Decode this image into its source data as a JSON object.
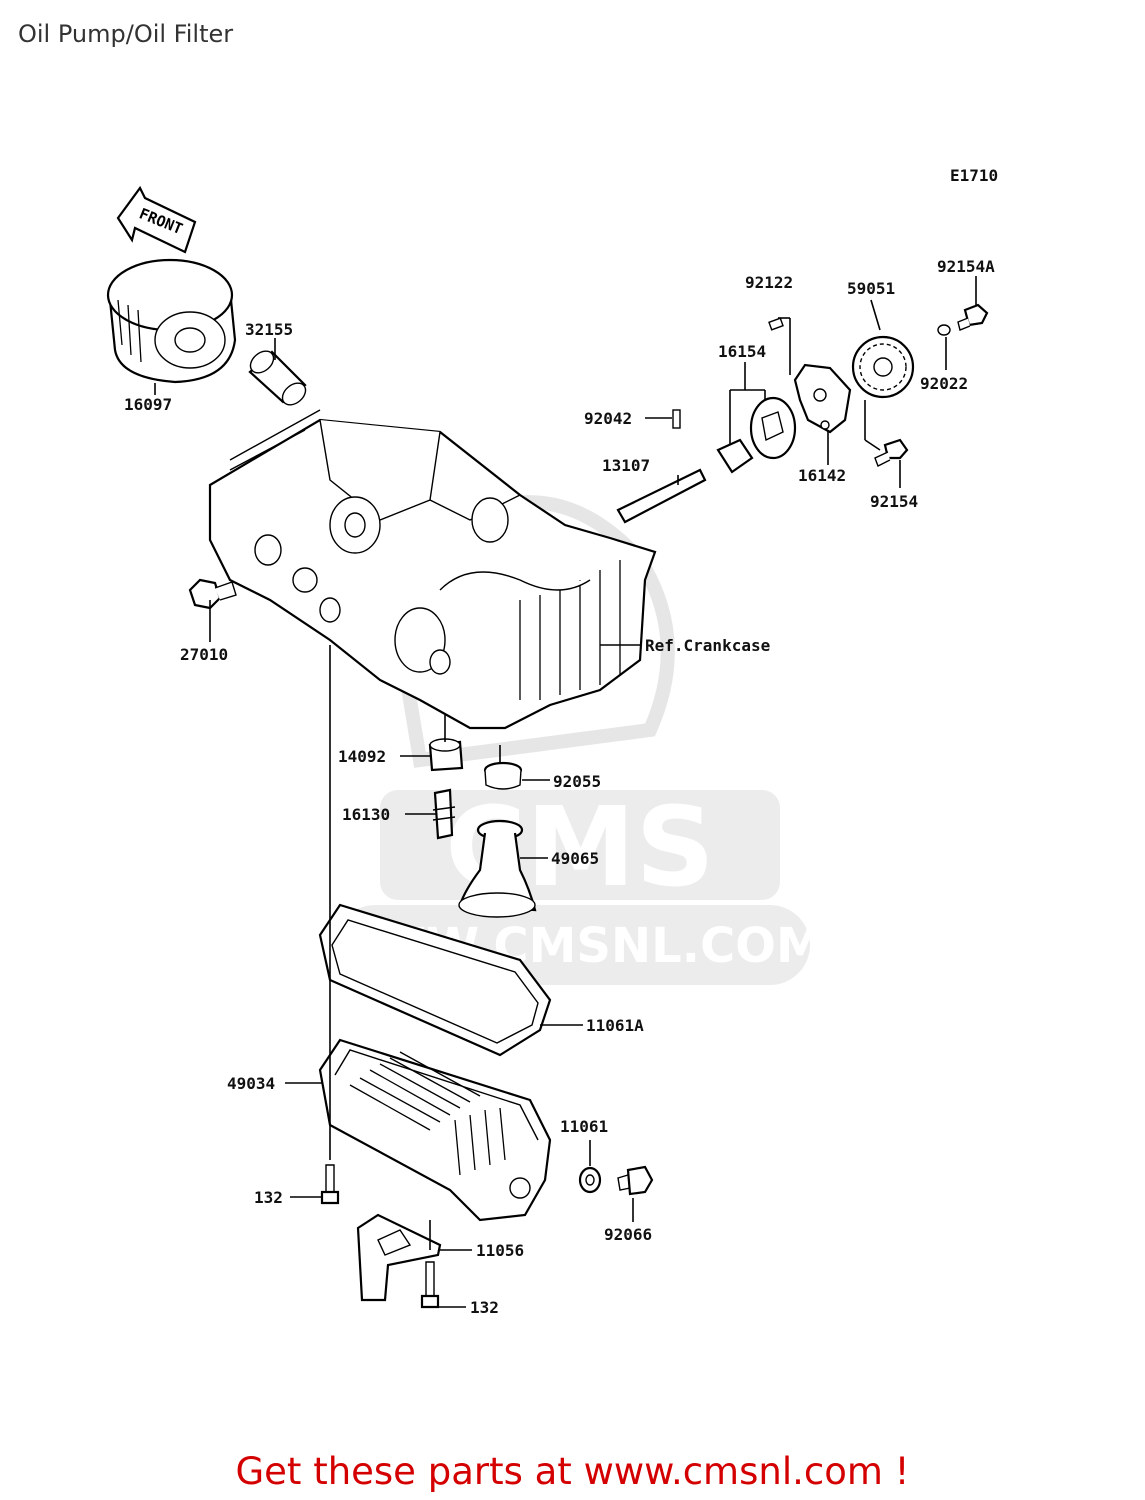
{
  "title": "Oil Pump/Oil Filter",
  "diagram_code": "E1710",
  "front_label": "FRONT",
  "ref_label": "Ref.Crankcase",
  "watermark": {
    "brand": "CMS",
    "url": "WWW.CMSNL.COM"
  },
  "footer": "Get these parts at www.cmsnl.com !",
  "parts": [
    {
      "number": "16097"
    },
    {
      "number": "32155"
    },
    {
      "number": "27010"
    },
    {
      "number": "92122"
    },
    {
      "number": "59051"
    },
    {
      "number": "92154A"
    },
    {
      "number": "16154"
    },
    {
      "number": "92022"
    },
    {
      "number": "92042"
    },
    {
      "number": "16142"
    },
    {
      "number": "13107"
    },
    {
      "number": "92154"
    },
    {
      "number": "14092"
    },
    {
      "number": "92055"
    },
    {
      "number": "16130"
    },
    {
      "number": "49065"
    },
    {
      "number": "11061A"
    },
    {
      "number": "49034"
    },
    {
      "number": "11061"
    },
    {
      "number": "132"
    },
    {
      "number": "92066"
    },
    {
      "number": "11056"
    },
    {
      "number": "132"
    }
  ],
  "colors": {
    "footer": "#d40000",
    "watermark": "#e2e2e2",
    "line": "#000000"
  }
}
